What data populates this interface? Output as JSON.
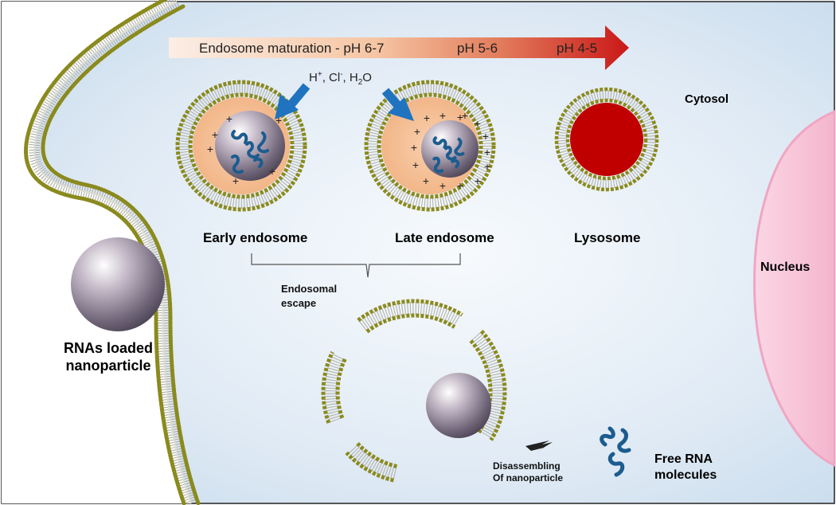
{
  "colors": {
    "cytosol": "#dce8f3",
    "membrane_head": "#8a8a1e",
    "endosome_lumen": "#f5b98e",
    "lysosome": "#c00000",
    "nucleus": "#f6c2d7",
    "rna": "#1c5c8f",
    "blue_arrow": "#1f73bf"
  },
  "icons": {
    "ion_arrow": "blue-arrow-icon",
    "lightning": "lightning-icon",
    "rna_strand": "rna-strand-icon"
  },
  "header_arrow": {
    "label_1": "Endosome  maturation - pH 6-7",
    "label_2": "pH 5-6",
    "label_3": "pH 4-5"
  },
  "ions": {
    "H": "H",
    "plus": "+",
    "mid": ", Cl",
    "minus": "-",
    "water": ", H",
    "sub2": "2",
    "O": "O"
  },
  "labels": {
    "cytosol": "Cytosol",
    "nucleus": "Nucleus",
    "early_endosome": "Early endosome",
    "late_endosome": "Late endosome",
    "lysosome": "Lysosome",
    "endosomal_escape_1": "Endosomal",
    "endosomal_escape_2": "escape",
    "rnas_loaded_1": "RNAs loaded",
    "rnas_loaded_2": "nanoparticle",
    "disassembling_1": "Disassembling",
    "disassembling_2": "Of nanoparticle",
    "free_rna_1": "Free RNA",
    "free_rna_2": "molecules"
  }
}
